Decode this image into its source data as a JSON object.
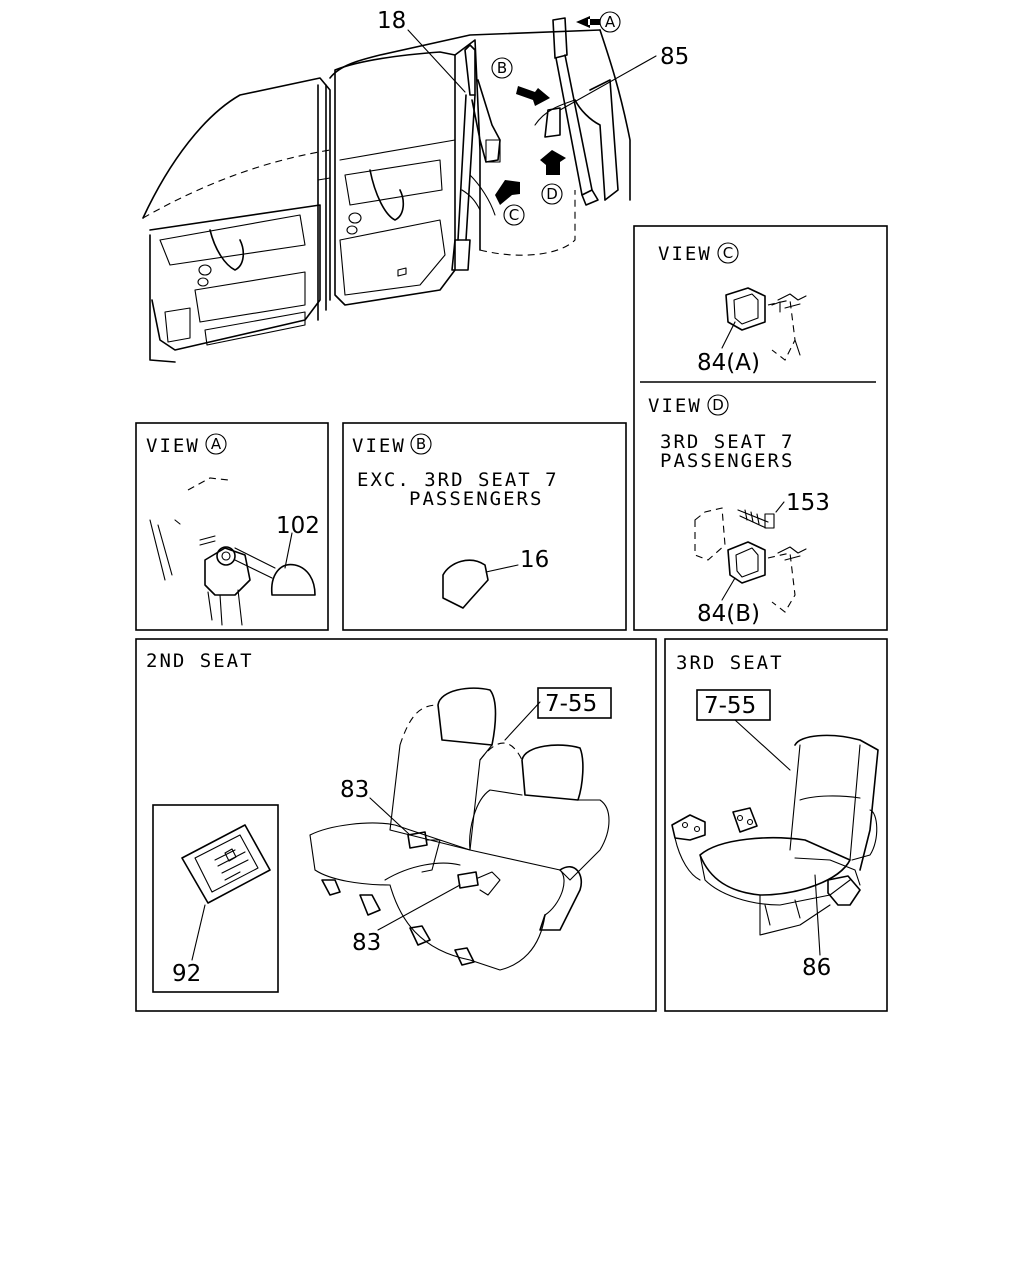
{
  "views": {
    "c": {
      "title": "VIEW",
      "letter": "C",
      "part": "84(A)"
    },
    "d": {
      "title": "VIEW",
      "letter": "D",
      "note_line1": "3RD SEAT 7",
      "note_line2": "PASSENGERS",
      "part_bolt": "153",
      "part_anchor": "84(B)"
    },
    "a": {
      "title": "VIEW",
      "letter": "A",
      "part": "102"
    },
    "b": {
      "title": "VIEW",
      "letter": "B",
      "note_line1": "EXC. 3RD SEAT 7",
      "note_line2": "PASSENGERS",
      "part": "16"
    }
  },
  "overview": {
    "callout_left_belt": "18",
    "callout_right_belt": "85",
    "arrow_a": "A",
    "arrow_b": "B",
    "arrow_c": "C",
    "arrow_d": "D"
  },
  "second_seat": {
    "title": "2ND SEAT",
    "ref_box": "7-55",
    "buckle_upper": "83",
    "buckle_lower": "83",
    "inset_part": "92"
  },
  "third_seat": {
    "title": "3RD SEAT",
    "ref_box": "7-55",
    "belt_part": "86"
  }
}
